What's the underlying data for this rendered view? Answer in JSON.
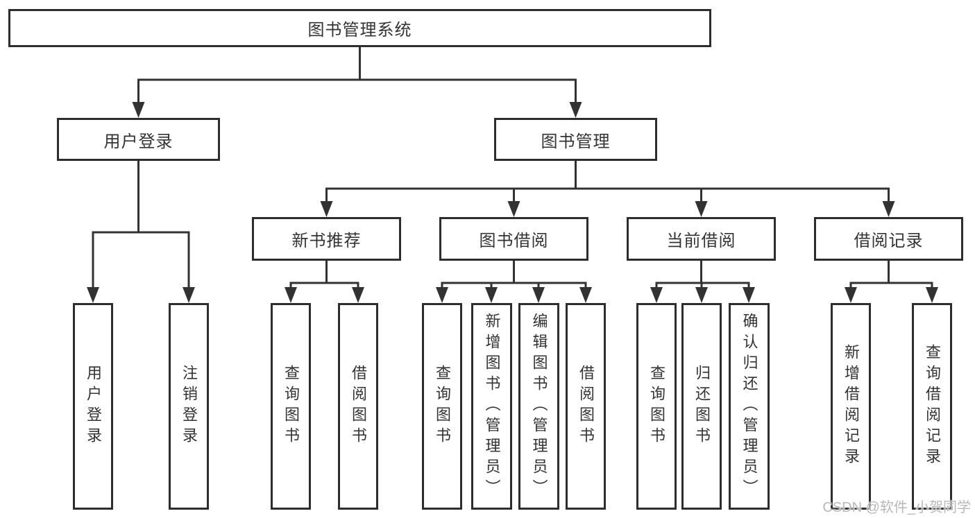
{
  "diagram": {
    "root_label": "图书管理系统",
    "level2": [
      "用户登录",
      "图书管理"
    ],
    "level3": [
      "新书推荐",
      "图书借阅",
      "当前借阅",
      "借阅记录"
    ],
    "leaves": {
      "user_login": [
        "用户登录",
        "注销登录"
      ],
      "new_book_recommendation": [
        "查询图书",
        "借阅图书"
      ],
      "book_borrowing": [
        "查询图书",
        "新增图书（管理员）",
        "编辑图书（管理员）",
        "借阅图书"
      ],
      "current_borrowing": [
        "查询图书",
        "归还图书",
        "确认归还（管理员）"
      ],
      "borrowing_records": [
        "新增借阅记录",
        "查询借阅记录"
      ]
    }
  },
  "watermark": "CSDN @软件_小贺同学",
  "colors": {
    "background": "#ffffff",
    "box_border": "#2d2d2d",
    "connector_line": "#323232",
    "text": "#333333",
    "watermark_text": "#b8b8b8"
  }
}
